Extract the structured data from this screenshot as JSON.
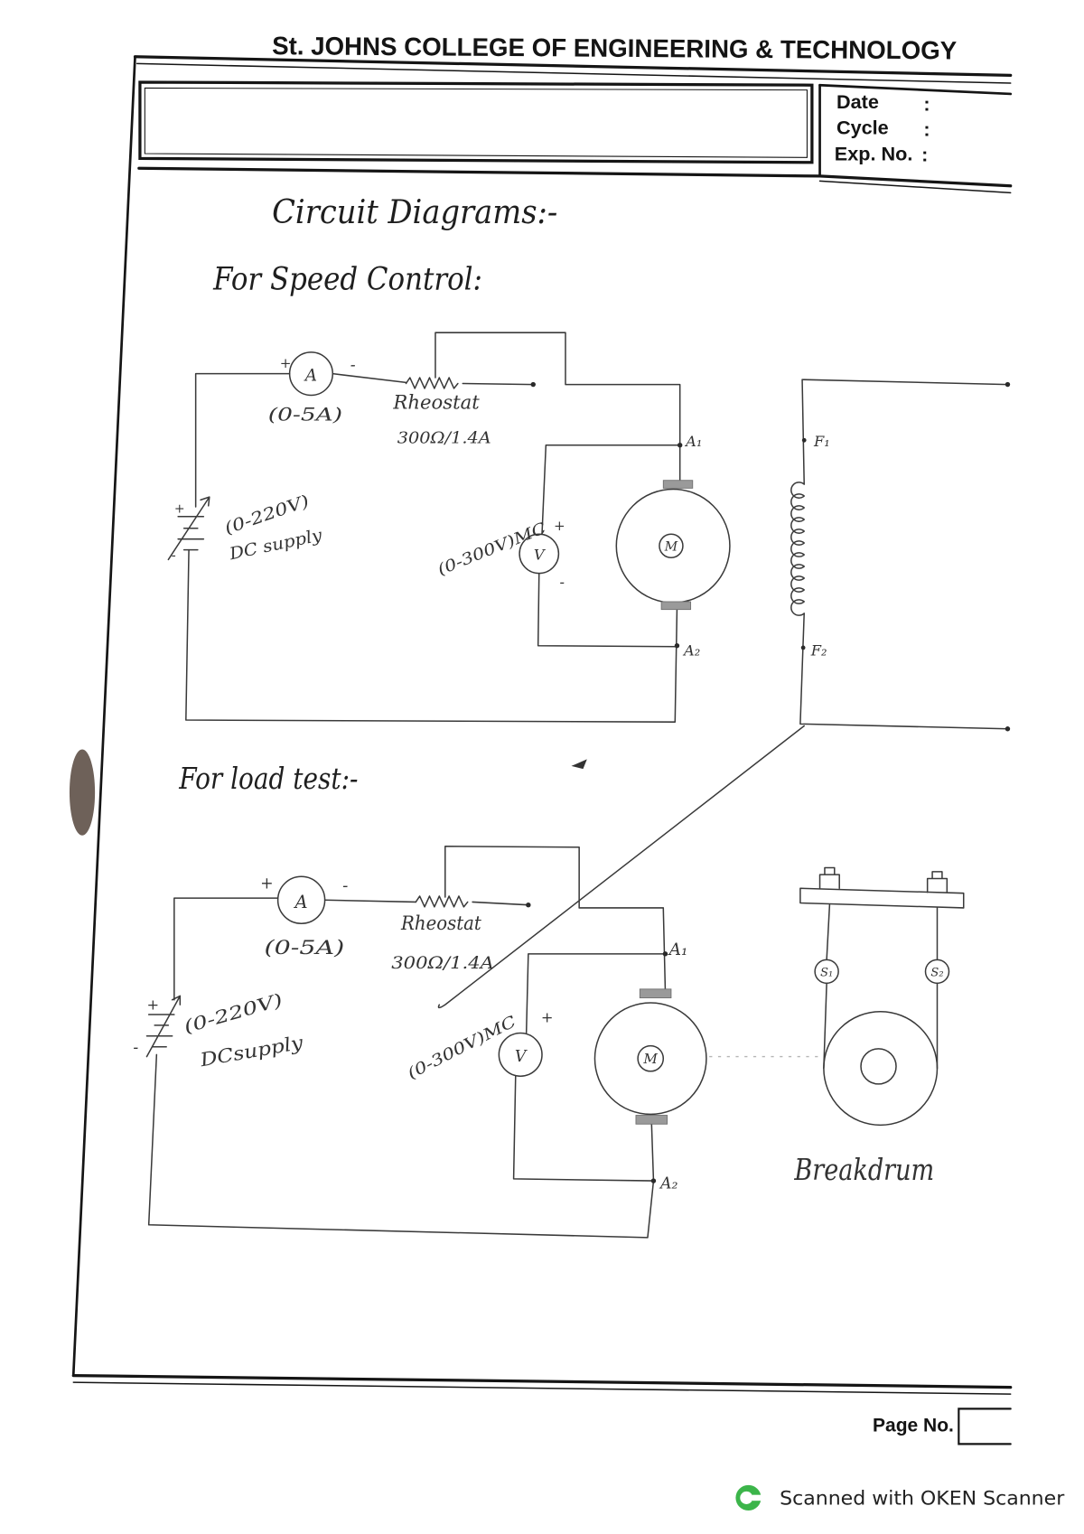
{
  "header": {
    "college_name": "St. JOHNS COLLEGE OF ENGINEERING & TECHNOLOGY"
  },
  "record_info": {
    "date_label": "Date",
    "cycle_label": "Cycle",
    "exp_no_label": "Exp. No.",
    "separator": ":"
  },
  "heading": "Circuit Diagrams:-",
  "speed_control": {
    "title": "For Speed Control:",
    "ammeter": {
      "symbol": "A",
      "plus": "+",
      "minus": "-",
      "range": "(0-5A)"
    },
    "rheostat": {
      "label": "Rheostat",
      "rating": "300Ω/1.4A"
    },
    "supply": {
      "plus": "+",
      "minus": "-",
      "range": "(0-220V)",
      "label": "DC supply"
    },
    "voltmeter": {
      "symbol": "V",
      "plus": "+",
      "minus": "-",
      "range": "(0-300V)MC"
    },
    "motor": {
      "symbol": "M",
      "terminal_a1": "A₁",
      "terminal_a2": "A₂"
    },
    "field": {
      "terminal_f1": "F₁",
      "terminal_f2": "F₂"
    }
  },
  "load_test": {
    "title": "For load test:-",
    "ammeter": {
      "symbol": "A",
      "plus": "+",
      "minus": "-",
      "range": "(0-5A)"
    },
    "rheostat": {
      "label": "Rheostat",
      "rating": "300Ω/1.4A"
    },
    "supply": {
      "plus": "+",
      "minus": "-",
      "range": "(0-220V)",
      "label": "DCsupply"
    },
    "voltmeter": {
      "symbol": "V",
      "plus": "+",
      "range": "(0-300V)MC"
    },
    "motor": {
      "symbol": "M",
      "terminal_a1": "A₁",
      "terminal_a2": "A₂"
    },
    "brake": {
      "spring_1": "S₁",
      "spring_2": "S₂",
      "label": "Breakdrum"
    }
  },
  "footer": {
    "page_no_label": "Page No."
  },
  "watermark": {
    "text": "Scanned with OKEN Scanner"
  },
  "colors": {
    "print_ink": "#141414",
    "pen_ink": "#333333",
    "brush_fill": "#9a9a9a",
    "scanner_logo": "#3cb54a"
  }
}
